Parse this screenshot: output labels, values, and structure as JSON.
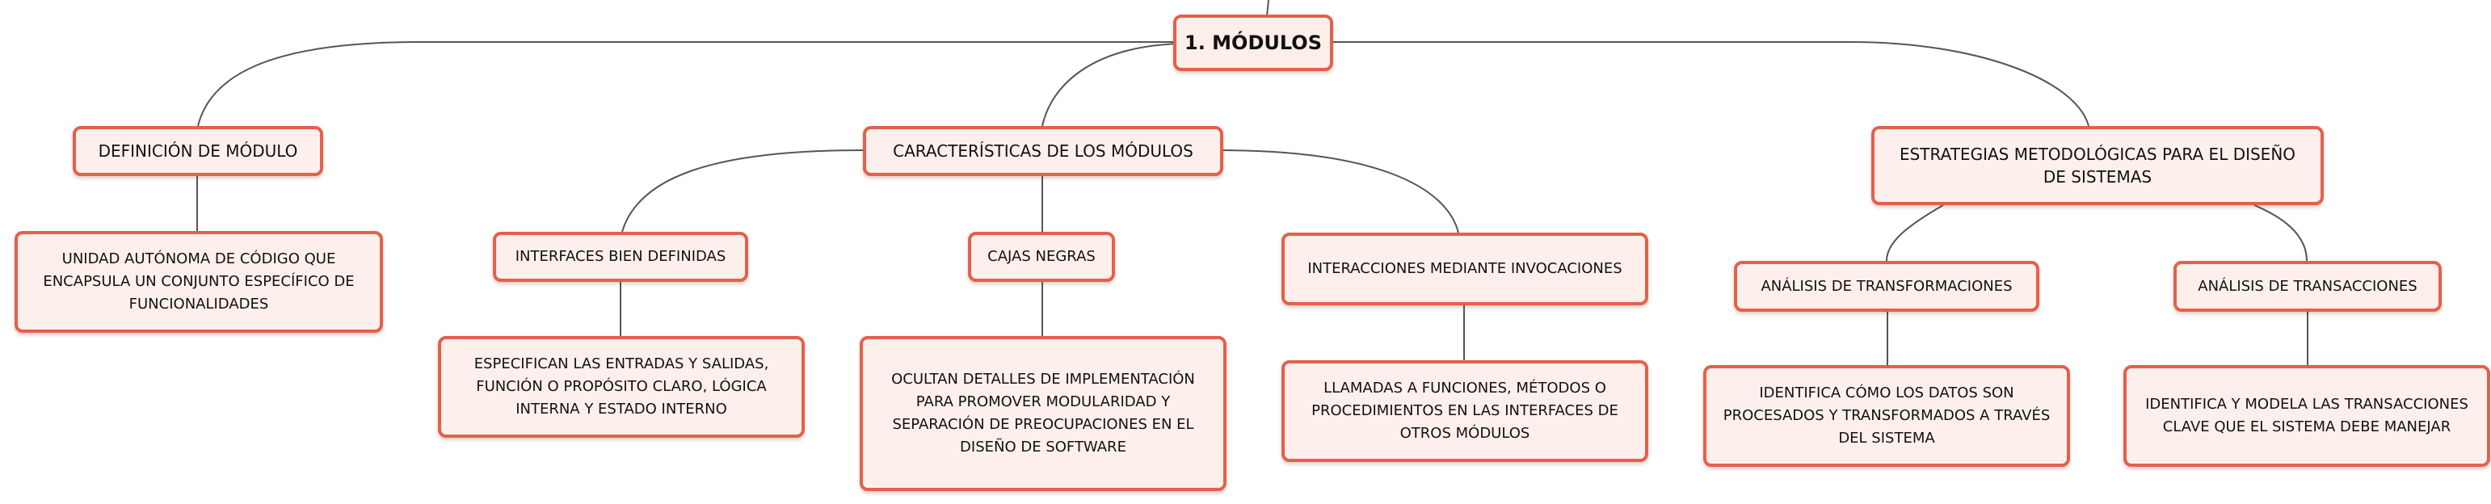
{
  "colors": {
    "border": "#e4604c",
    "fill": "#fdf0ec",
    "line": "#555555"
  },
  "root": {
    "label": "1. MÓDULOS"
  },
  "definicion": {
    "label": "DEFINICIÓN DE MÓDULO",
    "detail": "UNIDAD AUTÓNOMA DE CÓDIGO QUE ENCAPSULA UN CONJUNTO ESPECÍFICO DE FUNCIONALIDADES"
  },
  "caracteristicas": {
    "label": "CARACTERÍSTICAS DE LOS MÓDULOS",
    "interfaces": {
      "label": "INTERFACES BIEN DEFINIDAS",
      "detail": "ESPECIFICAN LAS ENTRADAS Y SALIDAS, FUNCIÓN O PROPÓSITO CLARO, LÓGICA INTERNA Y ESTADO INTERNO"
    },
    "cajas": {
      "label": "CAJAS NEGRAS",
      "detail": "OCULTAN DETALLES DE IMPLEMENTACIÓN PARA PROMOVER MODULARIDAD Y SEPARACIÓN DE PREOCUPACIONES EN EL DISEÑO DE SOFTWARE"
    },
    "interacciones": {
      "label": "INTERACCIONES MEDIANTE INVOCACIONES",
      "detail": "LLAMADAS A FUNCIONES, MÉTODOS O PROCEDIMIENTOS EN LAS INTERFACES DE OTROS MÓDULOS"
    }
  },
  "estrategias": {
    "label": "ESTRATEGIAS METODOLÓGICAS PARA EL DISEÑO DE SISTEMAS",
    "transformaciones": {
      "label": "ANÁLISIS DE TRANSFORMACIONES",
      "detail": "IDENTIFICA CÓMO LOS DATOS SON PROCESADOS Y TRANSFORMADOS A TRAVÉS DEL SISTEMA"
    },
    "transacciones": {
      "label": "ANÁLISIS DE TRANSACCIONES",
      "detail": "IDENTIFICA Y MODELA LAS TRANSACCIONES CLAVE QUE EL SISTEMA DEBE MANEJAR"
    }
  }
}
